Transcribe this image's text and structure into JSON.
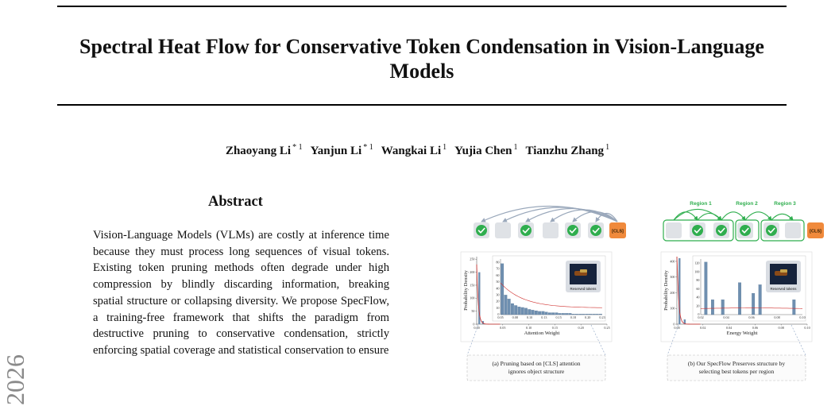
{
  "paper": {
    "title": "Spectral Heat Flow for Conservative Token Condensation in Vision-Language Models",
    "authors": [
      {
        "name": "Zhaoyang Li",
        "affil": "* 1"
      },
      {
        "name": "Yanjun Li",
        "affil": "* 1"
      },
      {
        "name": "Wangkai Li",
        "affil": "1"
      },
      {
        "name": "Yujia Chen",
        "affil": "1"
      },
      {
        "name": "Tianzhu Zhang",
        "affil": "1"
      }
    ],
    "abstract_heading": "Abstract",
    "abstract_text": "Vision-Language Models (VLMs) are costly at inference time because they must process long sequences of visual tokens. Existing token pruning methods often degrade under high compression by blindly discarding information, breaking spatial structure or collapsing diversity. We propose SpecFlow, a training-free framework that shifts the paradigm from destructive pruning to conservative condensation, strictly enforcing spatial coverage and statistical conservation to ensure",
    "margin_stamp": "2026"
  },
  "figure": {
    "colors": {
      "green": "#2fae4e",
      "cls_orange": "#f08a3c",
      "token_gray": "#dfe2e6",
      "bar_blue": "#6f8fb0",
      "curve_red": "#d0302e",
      "arrow_gray": "#9aa8bb"
    },
    "left": {
      "cls_label": "[CLS]",
      "token_states": [
        "check",
        "empty",
        "check",
        "empty",
        "check",
        "check"
      ],
      "caption_lines": [
        "(a) Pruning based on [CLS] attention",
        "ignores object structure"
      ],
      "inset_label": "Reserved tokens",
      "chart_data": {
        "type": "bar",
        "xlabel": "Attention Weight",
        "ylabel": "Probability Density",
        "x_ticks": [
          "0.00",
          "0.05",
          "0.10",
          "0.15",
          "0.20",
          "0.25"
        ],
        "y_ticks": [
          "0",
          "50",
          "100",
          "150",
          "200",
          "250"
        ],
        "ylim": [
          0,
          260
        ],
        "main_bins": [
          {
            "x": 0.005,
            "value": 200
          },
          {
            "x": 0.012,
            "value": 12
          }
        ],
        "zoom": {
          "x_ticks": [
            "0.05",
            "0.08",
            "0.10",
            "0.13",
            "0.15",
            "0.18",
            "0.20",
            "0.23"
          ],
          "y_ticks": [
            "0",
            "10",
            "20",
            "30",
            "40",
            "50",
            "60",
            "70",
            "80"
          ],
          "ylim": [
            0,
            85
          ],
          "values": [
            78,
            30,
            24,
            17,
            14,
            12,
            11,
            10,
            8,
            7,
            6,
            5,
            5,
            4,
            3,
            3,
            3,
            2,
            2,
            2,
            2,
            1,
            1,
            1,
            1,
            1,
            1,
            1,
            1,
            1
          ]
        }
      }
    },
    "right": {
      "cls_label": "[CLS]",
      "regions": [
        "Region 1",
        "Region 2",
        "Region 3"
      ],
      "token_states": [
        "empty",
        "check",
        "check",
        "check",
        "check",
        "empty"
      ],
      "caption_lines": [
        "(b) Our SpecFlow Preserves structure by",
        "selecting best tokens per region"
      ],
      "inset_label": "Reserved tokens",
      "chart_data": {
        "type": "bar",
        "xlabel": "Energy Weight",
        "ylabel": "Probability Density",
        "x_ticks": [
          "0.00",
          "0.02",
          "0.04",
          "0.06",
          "0.08",
          "0.10"
        ],
        "y_ticks": [
          "0",
          "100",
          "200",
          "300",
          "400"
        ],
        "ylim": [
          0,
          430
        ],
        "main_bins": [
          {
            "x": 0.002,
            "value": 420
          },
          {
            "x": 0.006,
            "value": 30
          }
        ],
        "zoom": {
          "x_ticks": [
            "0.02",
            "0.04",
            "0.06",
            "0.08",
            "0.10"
          ],
          "y_ticks": [
            "0",
            "20",
            "40",
            "60",
            "80",
            "100",
            "120"
          ],
          "ylim": [
            0,
            130
          ],
          "values": [
            0,
            123,
            0,
            35,
            0,
            0,
            35,
            0,
            0,
            0,
            0,
            75,
            0,
            0,
            0,
            50,
            0,
            70,
            0,
            0,
            0,
            0,
            0,
            0,
            0,
            0,
            0,
            35,
            0,
            0
          ]
        }
      }
    }
  }
}
